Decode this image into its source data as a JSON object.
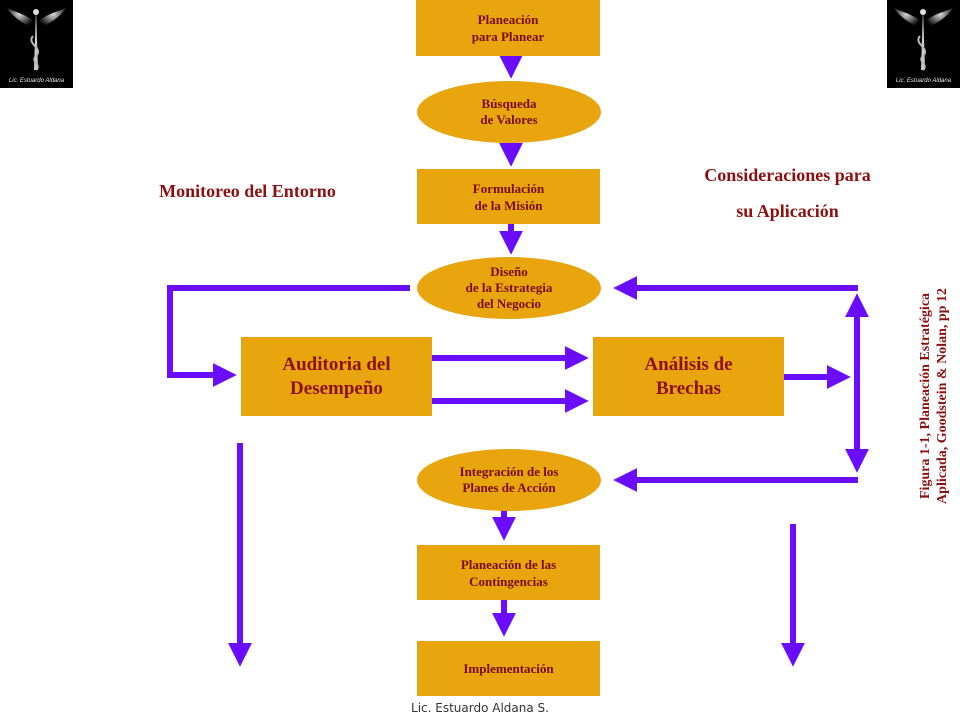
{
  "boxes": {
    "planeacion_planear": [
      "Planeación",
      "para Planear"
    ],
    "busqueda_valores": [
      "Búsqueda",
      "de Valores"
    ],
    "formulacion_mision": [
      "Formulación",
      "de la Misión"
    ],
    "diseno_estrategia": [
      "Diseño",
      "de la Estrategia",
      "del Negocio"
    ],
    "auditoria": [
      "Auditoria del",
      "Desempeño"
    ],
    "analisis": [
      "Análisis de",
      "Brechas"
    ],
    "integracion": [
      "Integración de los",
      "Planes de Acción"
    ],
    "contingencias": [
      "Planeación de las",
      "Contingencias"
    ],
    "implementacion": "Implementación"
  },
  "labels": {
    "monitoreo": "Monitoreo del Entorno",
    "consideraciones": [
      "Consideraciones para",
      "su Aplicación"
    ]
  },
  "figure_caption": [
    "Figura 1-1, Planeación Estratégica",
    "Aplicada, Goodstein & Nolan, pp 12"
  ],
  "logo_caption": "Lic. Estuardo Aldana",
  "footer": "Lic. Estuardo Aldana S.",
  "colors": {
    "box_fill": "#e8a50d",
    "arrow": "#6a0dff",
    "text": "#8c1010"
  },
  "icons": [
    "caduceus-logo-left",
    "caduceus-logo-right"
  ]
}
